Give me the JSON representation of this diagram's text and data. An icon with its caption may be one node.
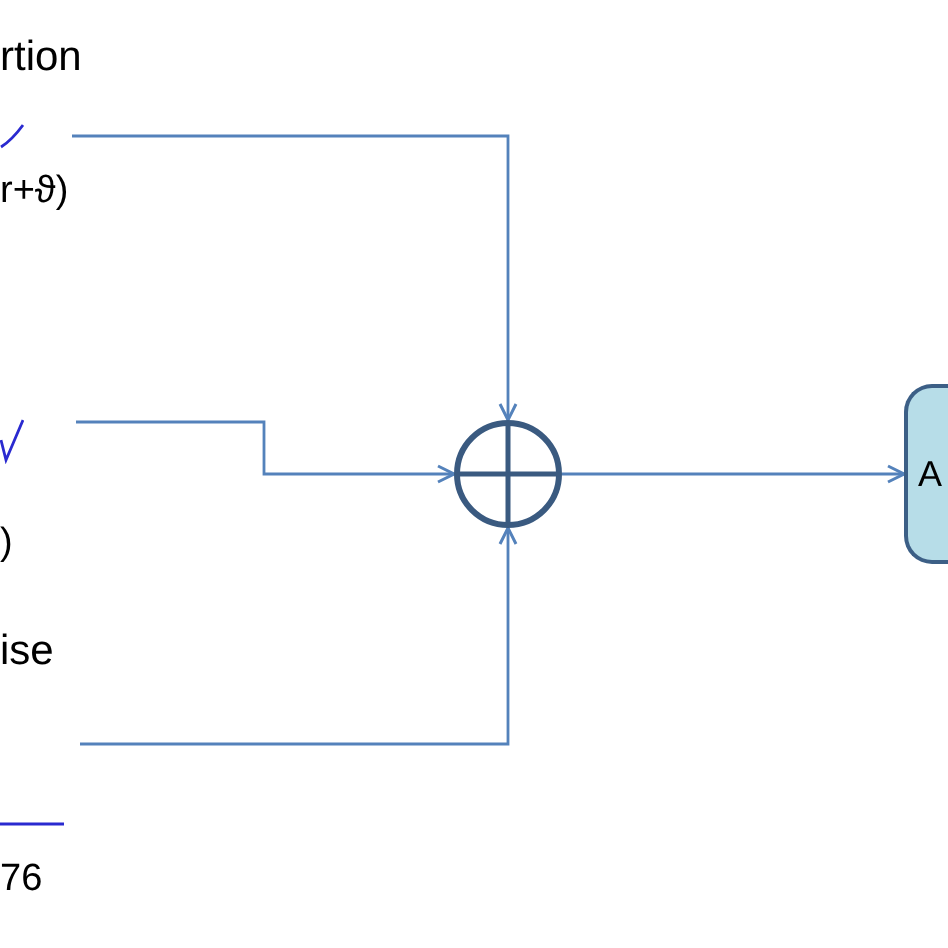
{
  "diagram": {
    "nodes": [
      {
        "text": [
          "rtion",
          "r+ϑ)"
        ]
      },
      {
        "text": [
          ")"
        ]
      },
      {
        "text": [
          "ise",
          "76"
        ]
      },
      {
        "text": [
          "A"
        ]
      },
      {
        "text": [],
        "shape": "circle"
      }
    ],
    "edges": [
      {
        "from": 0,
        "to": 4,
        "arrow": "to"
      },
      {
        "from": 1,
        "to": 4,
        "arrow": "to"
      },
      {
        "from": 2,
        "to": 4,
        "arrow": "to"
      },
      {
        "from": 4,
        "to": 3,
        "arrow": "to"
      }
    ]
  }
}
